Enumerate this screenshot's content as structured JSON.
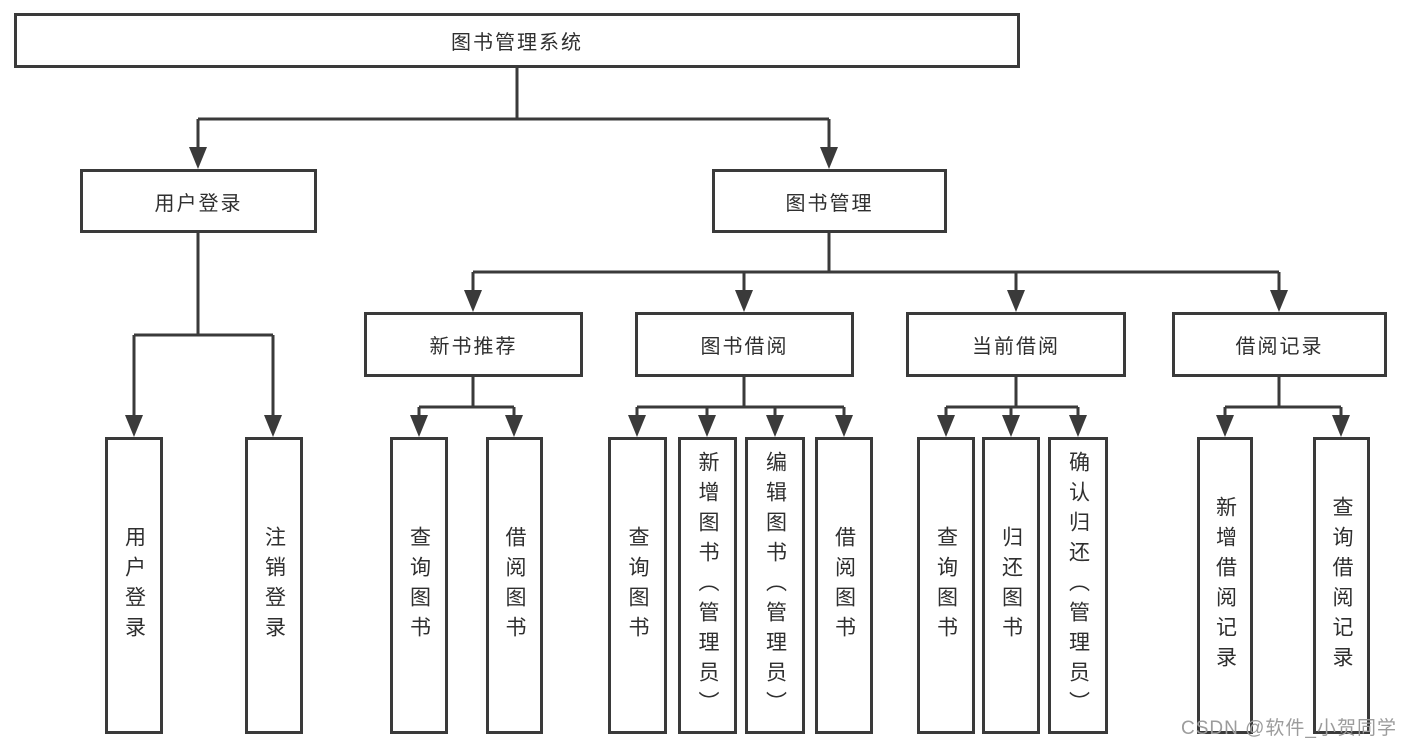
{
  "diagram": {
    "root": {
      "label": "图书管理系统"
    },
    "branches": [
      {
        "label": "用户登录",
        "children": [
          {
            "label": "用户登录"
          },
          {
            "label": "注销登录"
          }
        ]
      },
      {
        "label": "图书管理",
        "children": [
          {
            "label": "新书推荐",
            "children": [
              {
                "label": "查询图书"
              },
              {
                "label": "借阅图书"
              }
            ]
          },
          {
            "label": "图书借阅",
            "children": [
              {
                "label": "查询图书"
              },
              {
                "label": "新增图书（管理员）"
              },
              {
                "label": "编辑图书（管理员）"
              },
              {
                "label": "借阅图书"
              }
            ]
          },
          {
            "label": "当前借阅",
            "children": [
              {
                "label": "查询图书"
              },
              {
                "label": "归还图书"
              },
              {
                "label": "确认归还（管理员）"
              }
            ]
          },
          {
            "label": "借阅记录",
            "children": [
              {
                "label": "新增借阅记录"
              },
              {
                "label": "查询借阅记录"
              }
            ]
          }
        ]
      }
    ]
  },
  "watermark": {
    "text": "CSDN @软件_小贺同学"
  },
  "colors": {
    "line": "#3a3a3a",
    "box_border": "#3a3a3a",
    "text": "#2f2f2f",
    "background": "#ffffff",
    "watermark": "#9c9c9c"
  }
}
